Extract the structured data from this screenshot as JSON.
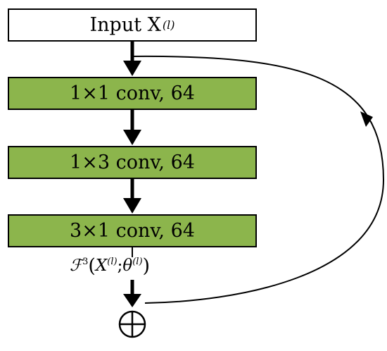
{
  "diagram": {
    "input_block": {
      "label": "Input X",
      "superscript": "(l)"
    },
    "layers": [
      {
        "label": "1×1  conv, 64"
      },
      {
        "label": "1×3  conv, 64"
      },
      {
        "label": "3×1  conv, 64"
      }
    ],
    "formula": {
      "function": "ℱ",
      "subscript": "3",
      "open_paren": "(",
      "var_x": "X",
      "x_superscript": "(l)",
      "separator": "; ",
      "var_theta": "θ",
      "theta_superscript": "(l)",
      "close_paren": ")"
    },
    "sum_symbol": "⊕",
    "colors": {
      "layer_fill": "#8cb54c",
      "input_fill": "#ffffff",
      "stroke": "#000000"
    }
  }
}
